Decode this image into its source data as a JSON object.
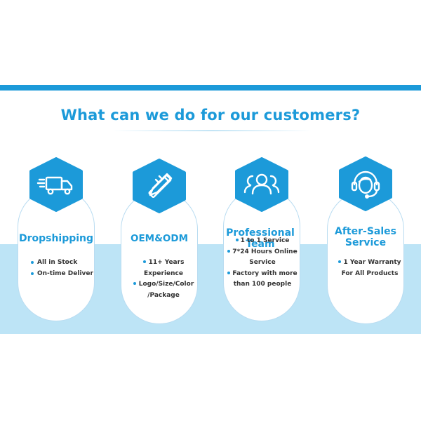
{
  "heading": "What can we do for our customers?",
  "colors": {
    "accent": "#1c9ad9",
    "band": "#bde4f6",
    "card_border": "#b9dcf1",
    "text": "#333333"
  },
  "cards": [
    {
      "icon": "truck-icon",
      "title": "Dropshipping",
      "items": [
        "All in Stock",
        "On-time Deliver"
      ]
    },
    {
      "icon": "pencil-ruler-icon",
      "title": "OEM&ODM",
      "items": [
        "11+ Years Experience",
        "Logo/Size/Color /Package"
      ]
    },
    {
      "icon": "team-icon",
      "title": "Professional Team",
      "items": [
        "1 to 1 Service",
        "7*24 Hours Online Service",
        "Factory with more than 100 people"
      ]
    },
    {
      "icon": "headset-agent-icon",
      "title": "After-Sales Service",
      "items": [
        "1 Year Warranty For All Products"
      ]
    }
  ]
}
